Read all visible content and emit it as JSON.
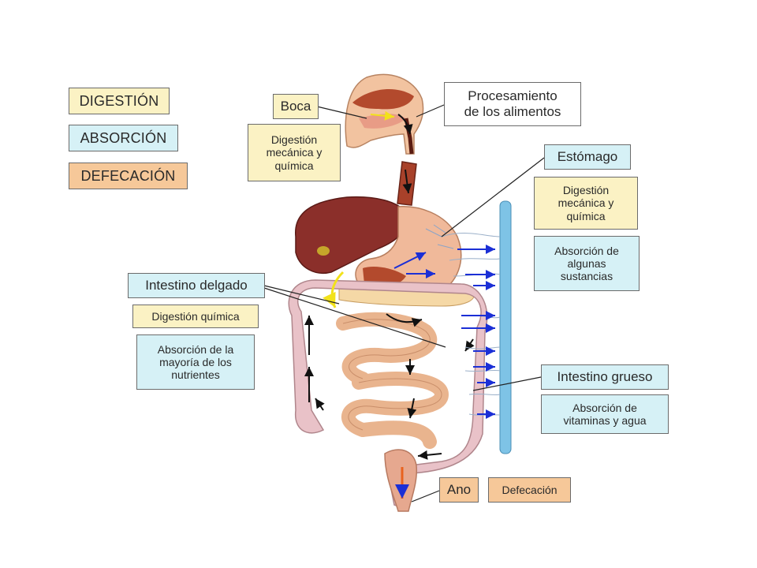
{
  "legend": {
    "digestion": "DIGESTIÓN",
    "absorption": "ABSORCIÓN",
    "defecation": "DEFECACIÓN"
  },
  "labels": {
    "boca": "Boca",
    "boca_desc": "Digestión\nmecánica y\nquímica",
    "procesamiento": "Procesamiento\nde los alimentos",
    "estomago": "Estómago",
    "estomago_digestion": "Digestión\nmecánica y\nquímica",
    "estomago_absorcion": "Absorción de\nalgunas\nsustancias",
    "intestino_delgado": "Intestino delgado",
    "delgado_digestion": "Digestión química",
    "delgado_absorcion": "Absorción de la\nmayoría de los\nnutrientes",
    "intestino_grueso": "Intestino grueso",
    "grueso_absorcion": "Absorción de\nvitaminas y agua",
    "ano": "Ano",
    "defecacion": "Defecación"
  },
  "colors": {
    "digestion": "#fbf2c4",
    "absorption": "#d6f1f6",
    "defecation": "#f6c899",
    "organ_tissue": "#f3c6a3",
    "liver": "#8b2f2a",
    "blood_vessel": "#7ec3e6",
    "arrow_absorption": "#1b2fd6",
    "arrow_digestion": "#f2e21b",
    "arrow_defecation": "#e8621e"
  },
  "icons": [
    "anatomy-illustration",
    "blood-vessel",
    "absorption-arrows",
    "flow-arrows"
  ]
}
